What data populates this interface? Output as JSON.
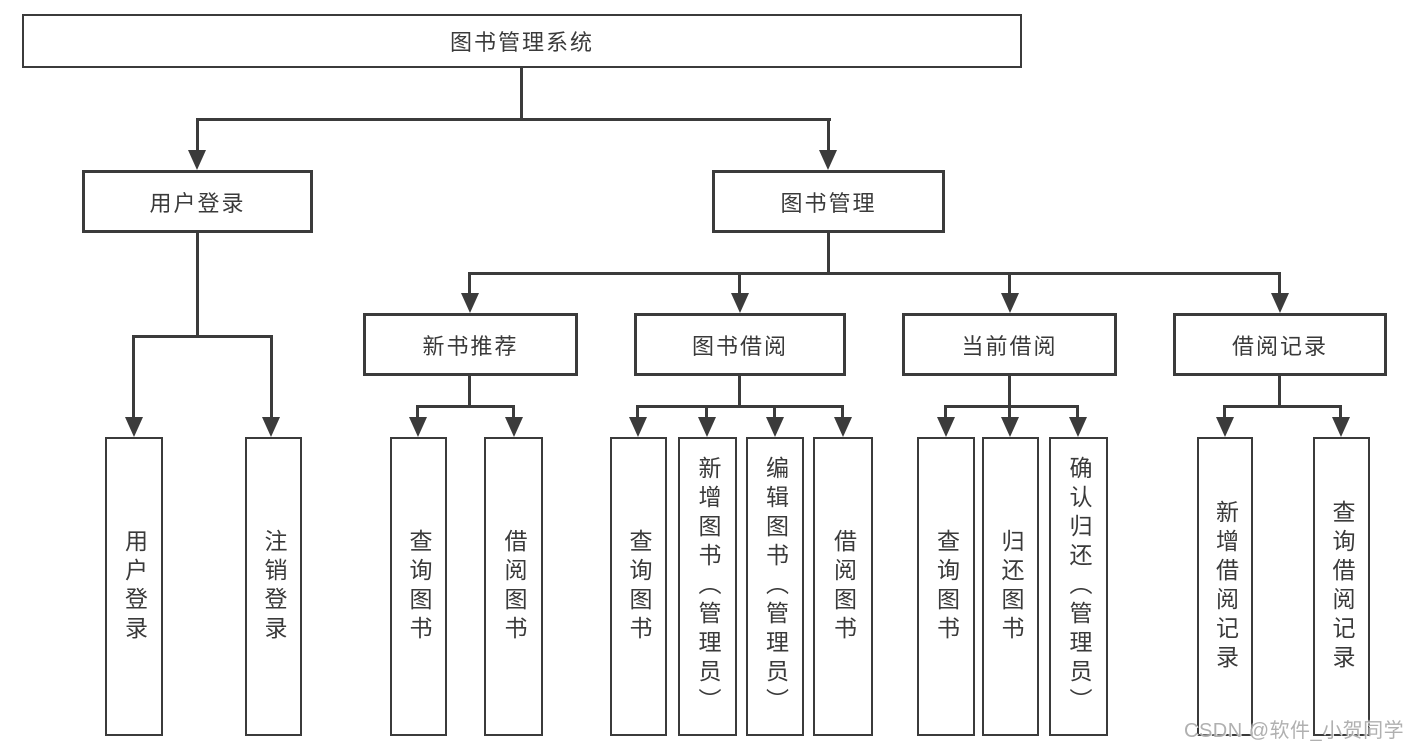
{
  "diagram": {
    "root": {
      "label": "图书管理系统",
      "children": [
        {
          "label": "用户登录",
          "children": [
            {
              "label": "用户登录"
            },
            {
              "label": "注销登录"
            }
          ]
        },
        {
          "label": "图书管理",
          "children": [
            {
              "label": "新书推荐",
              "children": [
                {
                  "label": "查询图书"
                },
                {
                  "label": "借阅图书"
                }
              ]
            },
            {
              "label": "图书借阅",
              "children": [
                {
                  "label": "查询图书"
                },
                {
                  "label": "新增图书（管理员）"
                },
                {
                  "label": "编辑图书（管理员）"
                },
                {
                  "label": "借阅图书"
                }
              ]
            },
            {
              "label": "当前借阅",
              "children": [
                {
                  "label": "查询图书"
                },
                {
                  "label": "归还图书"
                },
                {
                  "label": "确认归还（管理员）"
                }
              ]
            },
            {
              "label": "借阅记录",
              "children": [
                {
                  "label": "新增借阅记录"
                },
                {
                  "label": "查询借阅记录"
                }
              ]
            }
          ]
        }
      ]
    }
  },
  "watermark": {
    "text": "CSDN @软件_小贺同学"
  },
  "colors": {
    "line": "#3b3b3b",
    "text": "#3a3a3a",
    "background": "#ffffff",
    "watermark": "#acacac"
  }
}
